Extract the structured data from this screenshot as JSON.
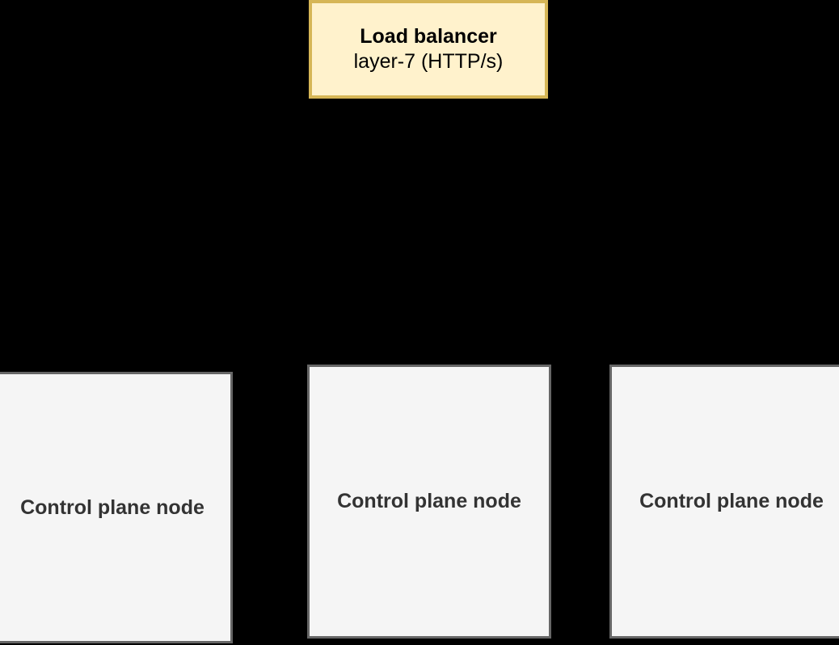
{
  "canvas": {
    "background_color": "#000000"
  },
  "diagram": {
    "load_balancer": {
      "title": "Load balancer",
      "subtitle": "layer-7 (HTTP/s)",
      "fill_color": "#FFF2CC",
      "border_color": "#D6B656",
      "text_color": "#000000"
    },
    "nodes": [
      {
        "label": "Control plane node"
      },
      {
        "label": "Control plane node"
      },
      {
        "label": "Control plane node"
      }
    ],
    "node_style": {
      "fill_color": "#F5F5F5",
      "border_color": "#666666",
      "text_color": "#333333"
    }
  }
}
